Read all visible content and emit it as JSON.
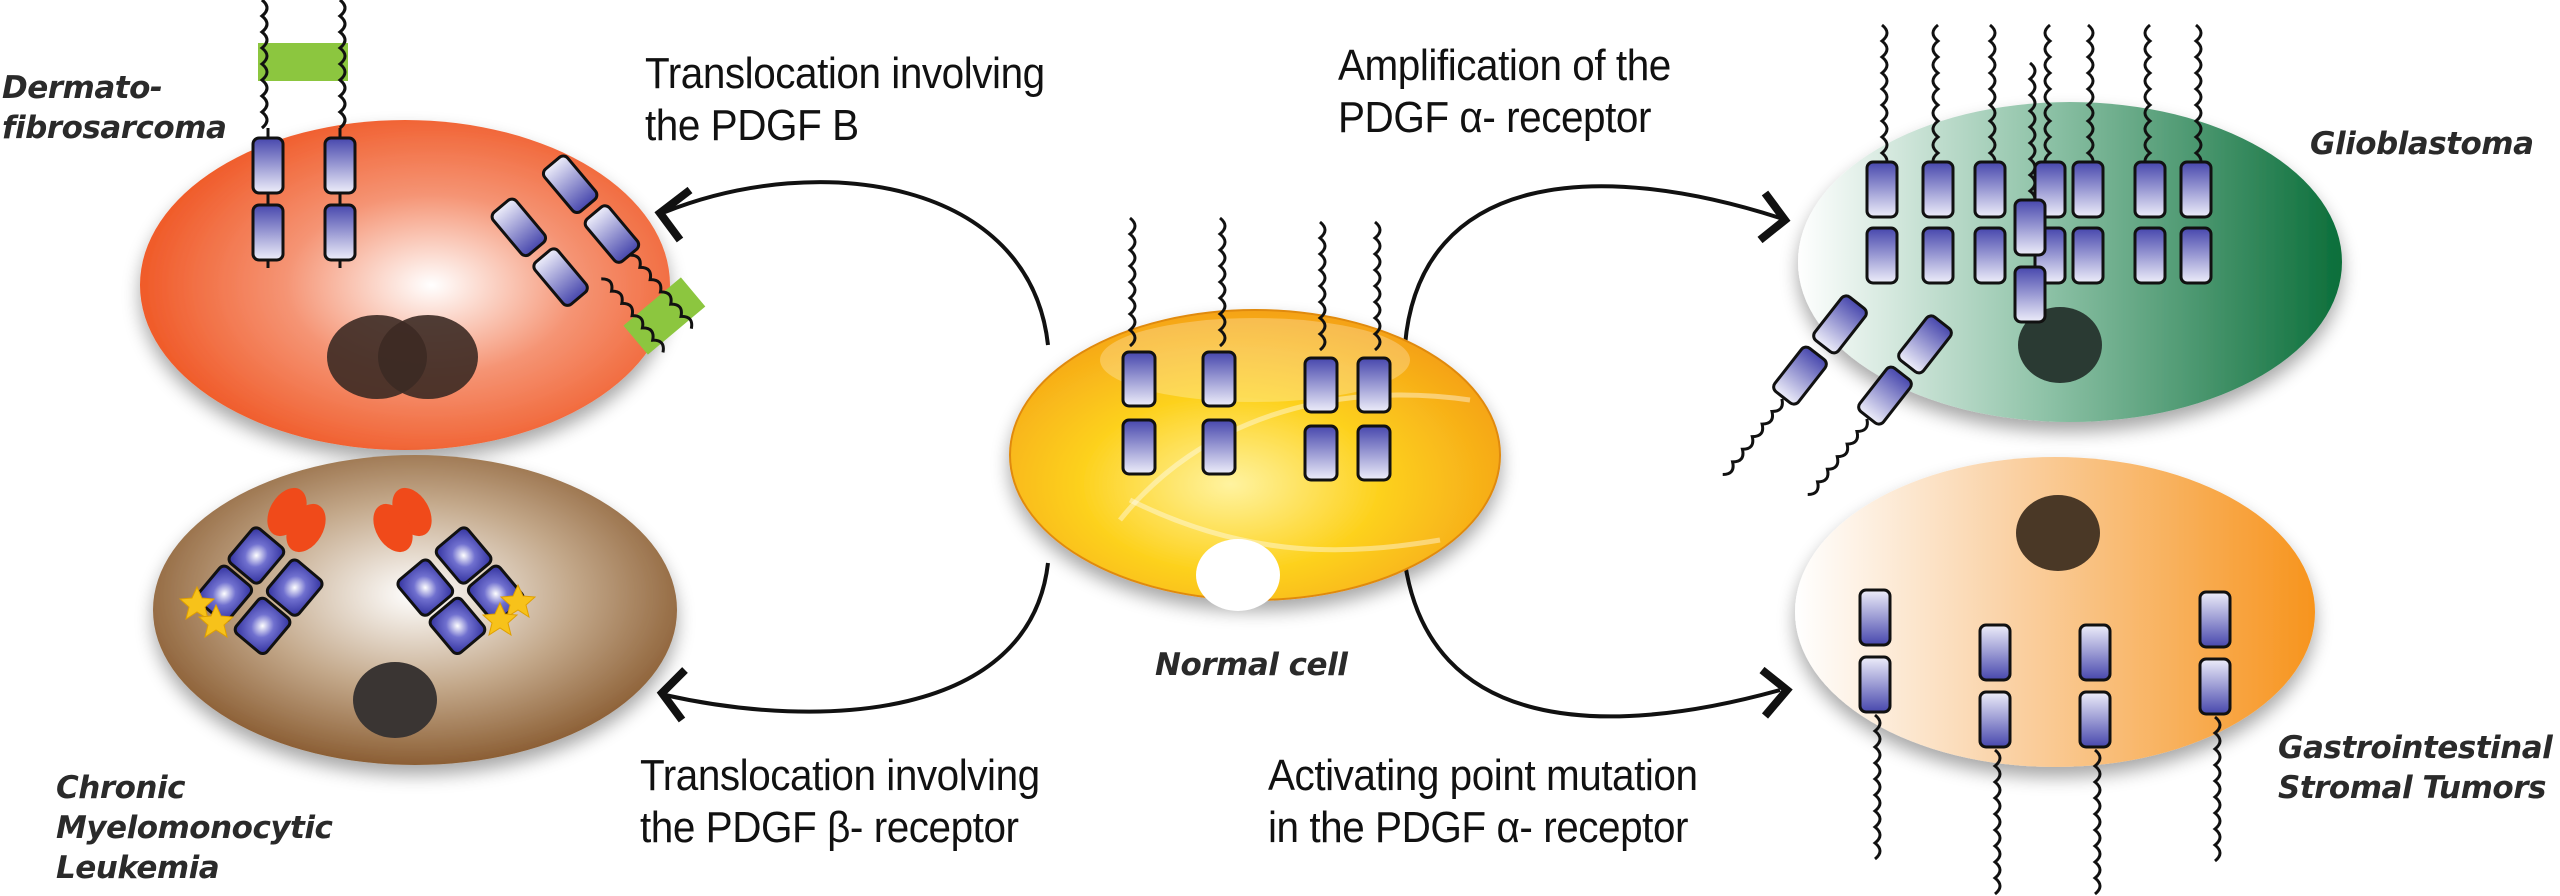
{
  "figure": {
    "center_cell": {
      "label": "Normal cell",
      "color": "#f5a623"
    },
    "arrows": [
      {
        "direction": "top-left",
        "label_lines": [
          "Translocation involving",
          "the PDGF B"
        ]
      },
      {
        "direction": "top-right",
        "label_lines": [
          "Amplification of the",
          "PDGF α- receptor"
        ]
      },
      {
        "direction": "bottom-left",
        "label_lines": [
          "Translocation involving",
          "the PDGF β- receptor"
        ]
      },
      {
        "direction": "bottom-right",
        "label_lines": [
          "Activating point mutation",
          "in the PDGF α- receptor"
        ]
      }
    ],
    "disease_cells": [
      {
        "id": "dermatofibrosarcoma",
        "name_lines": [
          "Dermato-",
          "fibrosarcoma"
        ],
        "color": "#f05a28",
        "nucleus": "double"
      },
      {
        "id": "cmml",
        "name_lines": [
          "Chronic",
          "Myelomonocytic",
          "Leukemia"
        ],
        "color": "#8b5e34",
        "nucleus": "single"
      },
      {
        "id": "glioblastoma",
        "name_lines": [
          "Glioblastoma"
        ],
        "color": "#0b6e3a",
        "nucleus": "single"
      },
      {
        "id": "gist",
        "name_lines": [
          "Gastrointestinal",
          "Stromal Tumors"
        ],
        "color": "#f7941d",
        "nucleus": "single"
      }
    ],
    "legend_colors": {
      "receptor_domain": "#4a4aa8",
      "fusion_partner": "#8cc63f",
      "dimerization_partner": "#f04a1a",
      "activation_star": "#f7c21a"
    }
  }
}
